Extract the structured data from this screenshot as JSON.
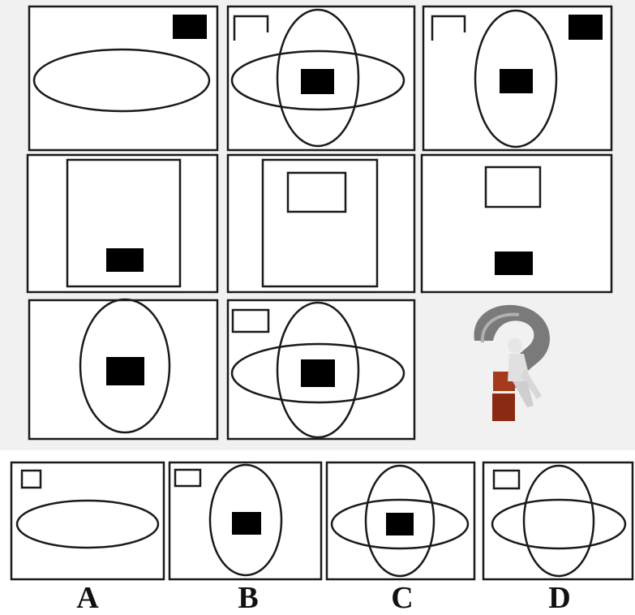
{
  "colors": {
    "stroke": "#1a1a1a",
    "fill": "#000000",
    "panel_bg": "#ffffff",
    "figure_bg": "#f1f1f1"
  },
  "puzzle": {
    "missing_cell_icon": "thinking-figure-on-question-mark-icon"
  },
  "options": {
    "labels": [
      "A",
      "B",
      "C",
      "D"
    ]
  }
}
